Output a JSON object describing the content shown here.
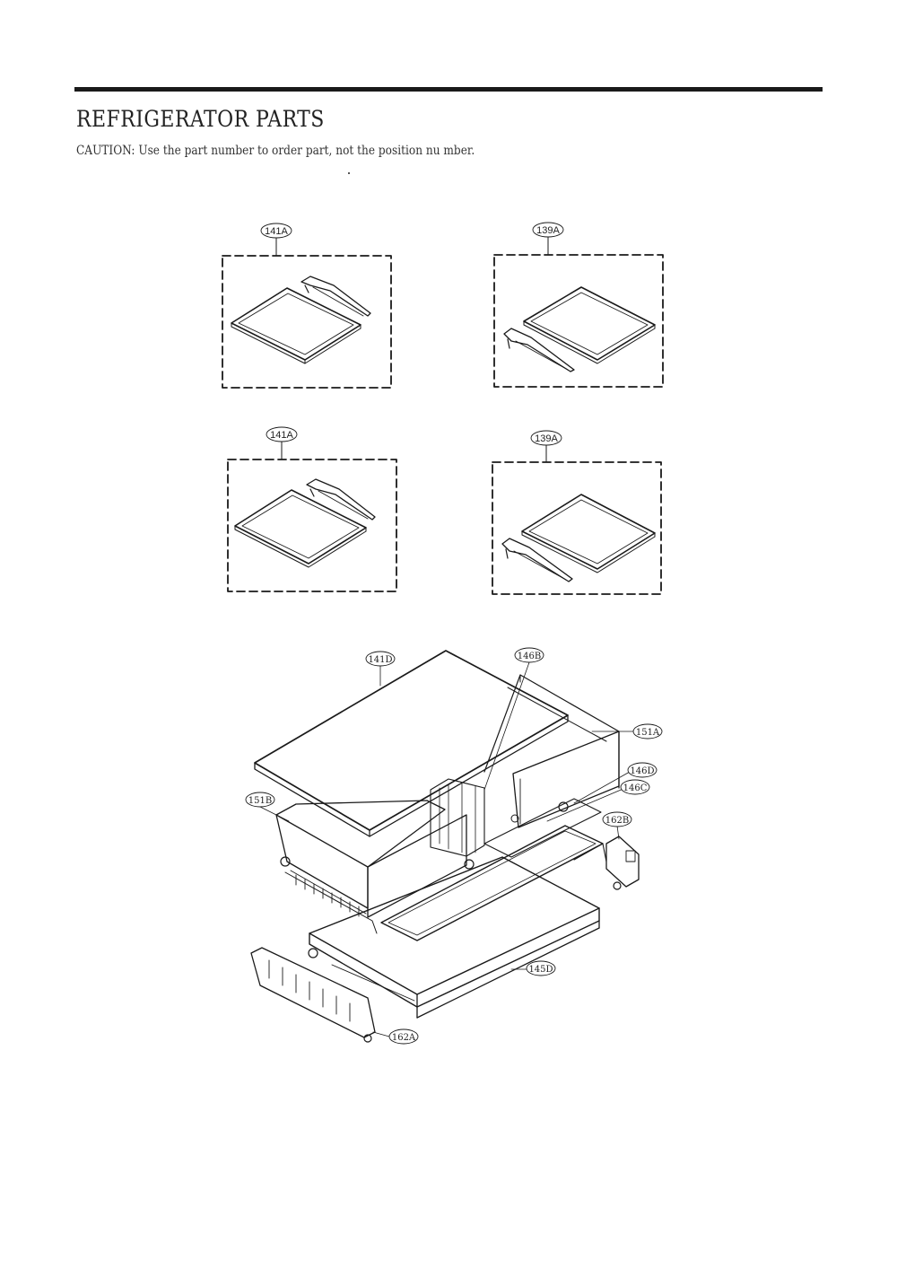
{
  "page": {
    "title": "REFRIGERATOR PARTS",
    "caution": "CAUTION: Use the part number to order part, not the position nu mber."
  },
  "callouts": {
    "shelf_top_left": "141A",
    "shelf_top_right": "139A",
    "shelf_mid_left": "141A",
    "shelf_mid_right": "139A",
    "cover_glass": "141D",
    "divider": "146B",
    "drawer_right": "151A",
    "rail_d": "146D",
    "rail_c": "146C",
    "bracket_b": "162B",
    "drawer_left": "151B",
    "tray": "145D",
    "bracket_a": "162A"
  }
}
